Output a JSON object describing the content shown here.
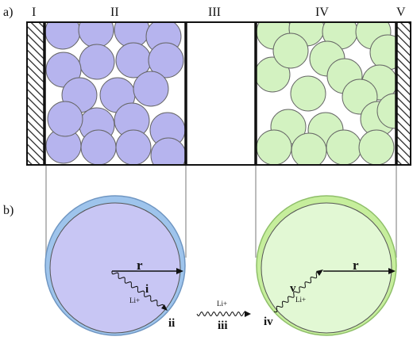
{
  "panel_labels": {
    "a": "a)",
    "b": "b)"
  },
  "regions": [
    "I",
    "II",
    "III",
    "IV",
    "V"
  ],
  "particle_labels": {
    "radius": "r",
    "left_path": "i",
    "left_surface": "ii",
    "electrolyte": "iii",
    "right_surface": "iv",
    "right_path": "v"
  },
  "ion_label": "Li+",
  "colors": {
    "anode_fill": "#c8c6f4",
    "anode_particle": "#b6b4ee",
    "anode_shell": "#9ec4ec",
    "cathode_fill": "#e2f8d4",
    "cathode_particle": "#d3f2c1",
    "cathode_shell": "#c6ee9c",
    "separator": "#ffffff",
    "hatch": "#222222"
  }
}
